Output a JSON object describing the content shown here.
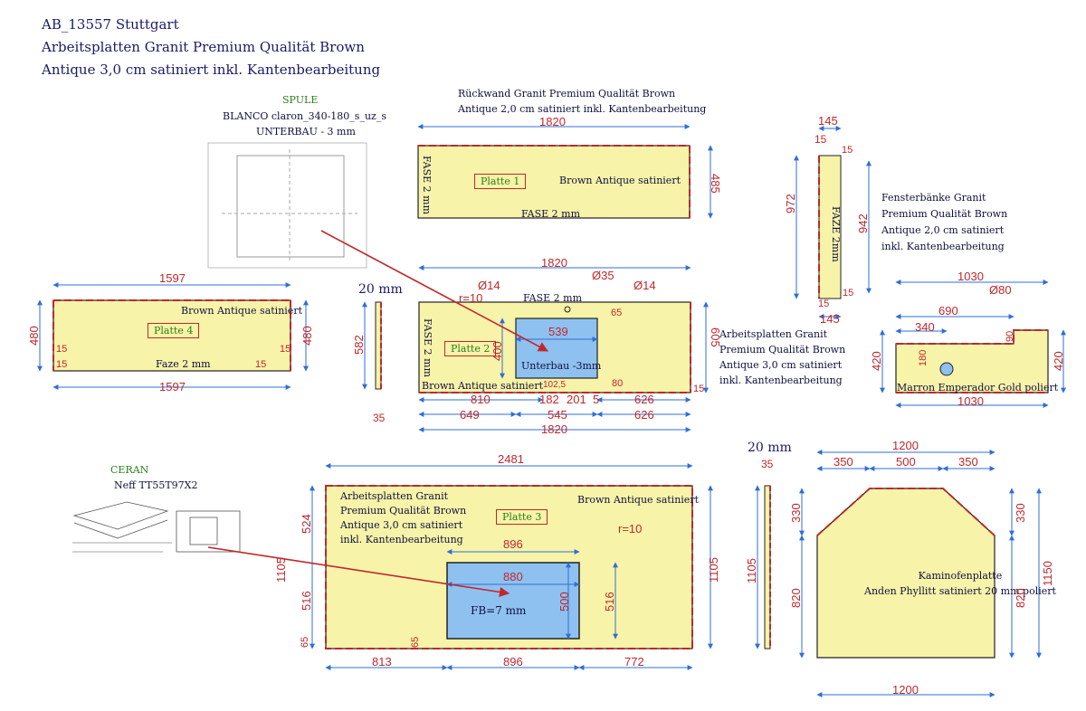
{
  "header": {
    "line1": "AB_13557 Stuttgart",
    "line2": "Arbeitsplatten Granit  Premium Qualität Brown",
    "line3": "Antique 3,0 cm satiniert inkl. Kantenbearbeitung"
  },
  "spule": {
    "title": "SPULE",
    "model": "BLANCO claron_340-180_s_uz_s",
    "mount": "UNTERBAU - 3 mm"
  },
  "rueckwand": {
    "line1": "Rückwand Granit Premium Qualität Brown",
    "line2": "Antique 2,0 cm satiniert inkl. Kantenbearbeitung"
  },
  "platte1": {
    "label": "Platte 1",
    "finish": "Brown Antique satiniert",
    "fase_left": "FASE 2 mm",
    "fase_bottom": "FASE 2 mm",
    "width": "1820",
    "height": "485"
  },
  "sill": {
    "width": "145",
    "small": "15",
    "small2": "15",
    "height": "972",
    "height2": "942",
    "fase": "FAZE 2mm",
    "bottom": "145",
    "bottom_small": "15",
    "bottom_small2": "15"
  },
  "fenster": {
    "line1": "Fensterbänke Granit",
    "line2": "Premium Qualität Brown",
    "line3": "Antique 2,0 cm satiniert",
    "line4": "inkl. Kantenbearbeitung"
  },
  "platte4": {
    "label": "Platte 4",
    "finish": "Brown Antique satiniert",
    "faze": "Faze 2 mm",
    "width_top": "1597",
    "width_bottom": "1597",
    "h_left": "480",
    "h_right": "480",
    "s1": "15",
    "s2": "15",
    "s3": "15",
    "s4": "15"
  },
  "edge20a": {
    "label": "20 mm",
    "h": "582",
    "w": "35"
  },
  "platte2": {
    "label": "Platte 2",
    "finish": "Brown Antique satiniert",
    "fase_top": "FASE 2 mm",
    "fase_left": "FASE 2 mm",
    "width": "1820",
    "height": "605",
    "r": "r=10",
    "d14a": "Ø14",
    "d35": "Ø35",
    "d14b": "Ø14",
    "sink_w": "539",
    "sink_h": "400",
    "sink_label": "Unterbau -3mm",
    "s65": "65",
    "s80": "80",
    "s15": "15",
    "d810": "810",
    "d182": "182",
    "d201": "201",
    "d5": "5",
    "d626a": "626",
    "d649": "649",
    "d545": "545",
    "d626b": "626",
    "d102": "102,5",
    "total": "1820"
  },
  "platte2_note": {
    "line1": "Arbeitsplatten Granit",
    "line2": "Premium Qualität Brown",
    "line3": "Antique 3,0 cm satiniert",
    "line4": "inkl. Kantenbearbeitung"
  },
  "marron": {
    "label": "Marron Emperador Gold poliert",
    "w_top": "1030",
    "w_bottom": "1030",
    "d80": "Ø80",
    "d690": "690",
    "d340": "340",
    "d90": "90",
    "d180": "180",
    "h_left": "420",
    "h_right": "420"
  },
  "ceran": {
    "title": "CERAN",
    "model": "Neff TT55T97X2"
  },
  "platte3": {
    "label": "Platte 3",
    "finish": "Brown Antique satiniert",
    "note1": "Arbeitsplatten Granit",
    "note2": "Premium Qualität Brown",
    "note3": "Antique 3,0 cm satiniert",
    "note4": "inkl. Kantenbearbeitung",
    "width": "2481",
    "cut_w_top": "896",
    "cut_w_in": "880",
    "cut_h": "500",
    "cut_h2": "516",
    "cut_label": "FB=7 mm",
    "r": "r=10",
    "h_total_l": "1105",
    "h_total_r": "1105",
    "h524": "524",
    "h516": "516",
    "h65a": "65",
    "h65b": "65",
    "d813": "813",
    "d896": "896",
    "d772": "772"
  },
  "edge20b": {
    "label": "20 mm",
    "w": "35",
    "h": "1105"
  },
  "kamin": {
    "line1": "Kaminofenplatte",
    "line2": "Anden Phyllitt satiniert 20 mm poliert",
    "w_top": "1200",
    "d350a": "350",
    "d500": "500",
    "d350b": "350",
    "d330a": "330",
    "d330b": "330",
    "d820a": "820",
    "d820b": "820",
    "d1150": "1150",
    "w_bottom": "1200"
  },
  "colors": {
    "slab": "#f7f3a8",
    "edge": "#c0282c",
    "cutout": "#8ec1ef",
    "dim": "#2f6fd6",
    "dimtext": "#c0282c"
  }
}
